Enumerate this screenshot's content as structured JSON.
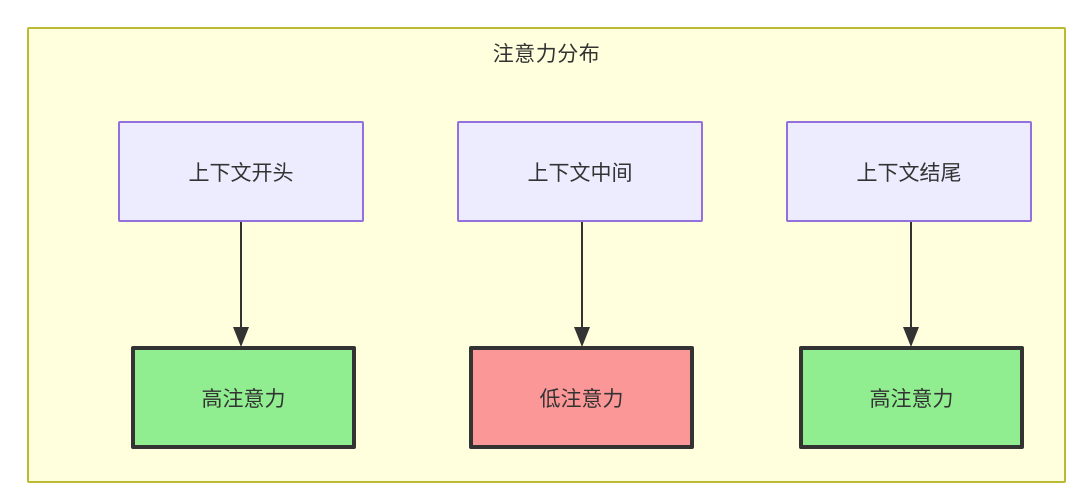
{
  "diagram": {
    "title": "注意力分布",
    "background_color": "#ffffdd",
    "border_color": "#bbbb33",
    "top_nodes": [
      {
        "id": "context-start",
        "label": "上下文开头",
        "fill": "#ececfe",
        "stroke": "#9370db"
      },
      {
        "id": "context-middle",
        "label": "上下文中间",
        "fill": "#ececfe",
        "stroke": "#9370db"
      },
      {
        "id": "context-end",
        "label": "上下文结尾",
        "fill": "#ececfe",
        "stroke": "#9370db"
      }
    ],
    "bottom_nodes": [
      {
        "id": "high-attention-start",
        "label": "高注意力",
        "fill": "#90ee90",
        "stroke": "#333333"
      },
      {
        "id": "low-attention-middle",
        "label": "低注意力",
        "fill": "#fc9797",
        "stroke": "#333333"
      },
      {
        "id": "high-attention-end",
        "label": "高注意力",
        "fill": "#90ee90",
        "stroke": "#333333"
      }
    ],
    "edges": [
      {
        "from": "context-start",
        "to": "high-attention-start",
        "label": ""
      },
      {
        "from": "context-middle",
        "to": "low-attention-middle",
        "label": ""
      },
      {
        "from": "context-end",
        "to": "high-attention-end",
        "label": ""
      }
    ],
    "edge_color": "#333333"
  }
}
